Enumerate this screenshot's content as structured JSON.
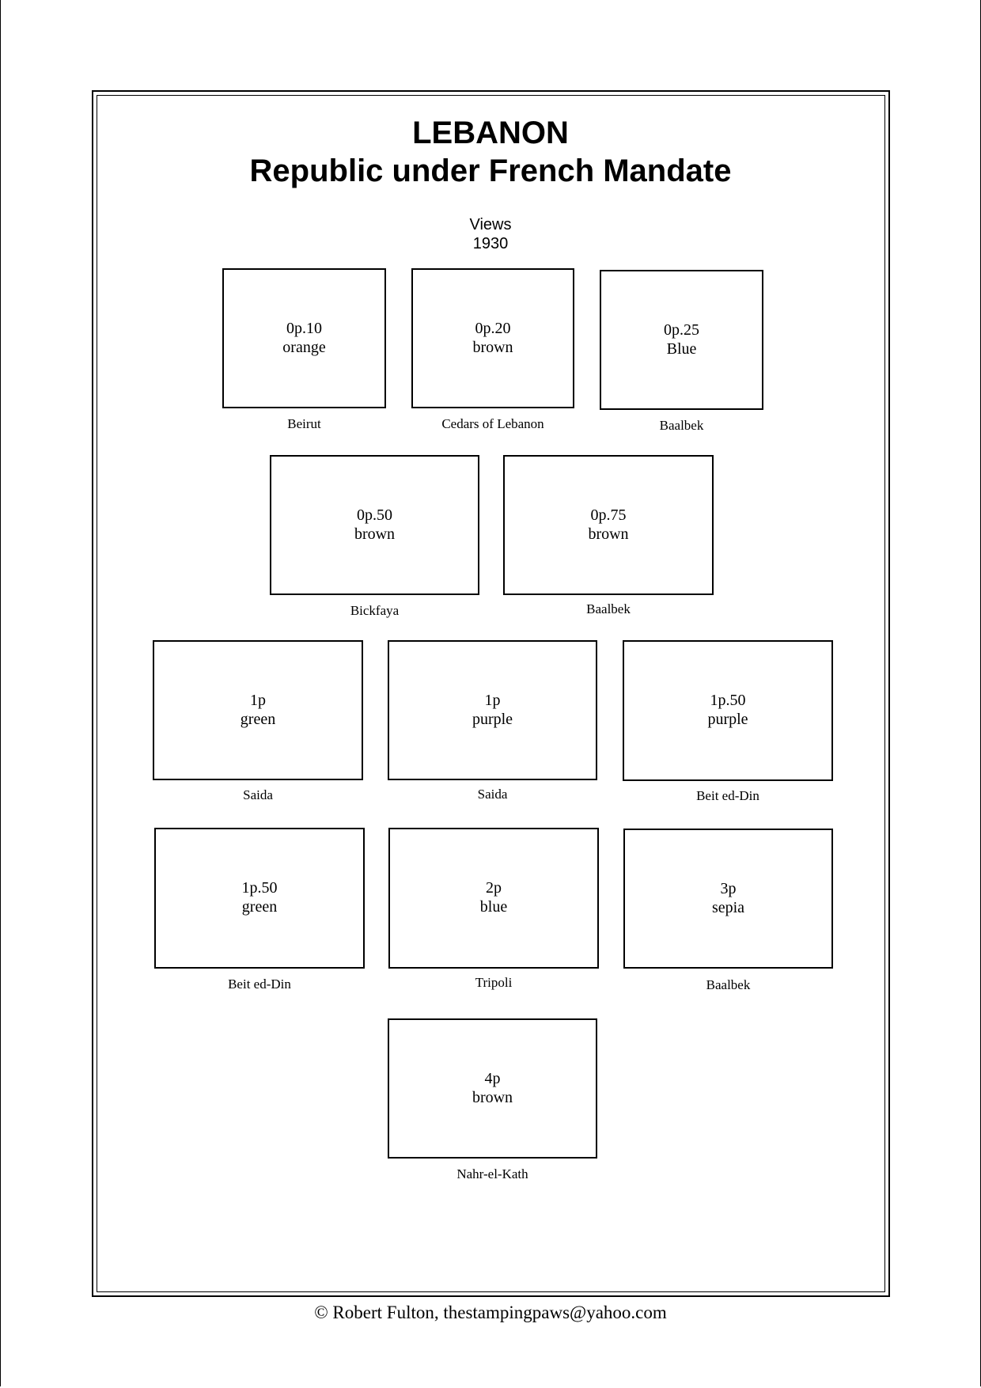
{
  "header": {
    "title": "LEBANON",
    "subtitle": "Republic under French Mandate",
    "set_name": "Views",
    "year": "1930"
  },
  "stamps": [
    {
      "value": "0p.10",
      "color": "orange",
      "caption": "Beirut"
    },
    {
      "value": "0p.20",
      "color": "brown",
      "caption": "Cedars of Lebanon"
    },
    {
      "value": "0p.25",
      "color": "Blue",
      "caption": "Baalbek"
    },
    {
      "value": "0p.50",
      "color": "brown",
      "caption": "Bickfaya"
    },
    {
      "value": "0p.75",
      "color": "brown",
      "caption": "Baalbek"
    },
    {
      "value": "1p",
      "color": "green",
      "caption": "Saida"
    },
    {
      "value": "1p",
      "color": "purple",
      "caption": "Saida"
    },
    {
      "value": "1p.50",
      "color": "purple",
      "caption": "Beit ed-Din"
    },
    {
      "value": "1p.50",
      "color": "green",
      "caption": "Beit ed-Din"
    },
    {
      "value": "2p",
      "color": "blue",
      "caption": "Tripoli"
    },
    {
      "value": "3p",
      "color": "sepia",
      "caption": "Baalbek"
    },
    {
      "value": "4p",
      "color": "brown",
      "caption": "Nahr-el-Kath"
    }
  ],
  "footer": {
    "text": "©  Robert Fulton, thestampingpaws@yahoo.com"
  }
}
